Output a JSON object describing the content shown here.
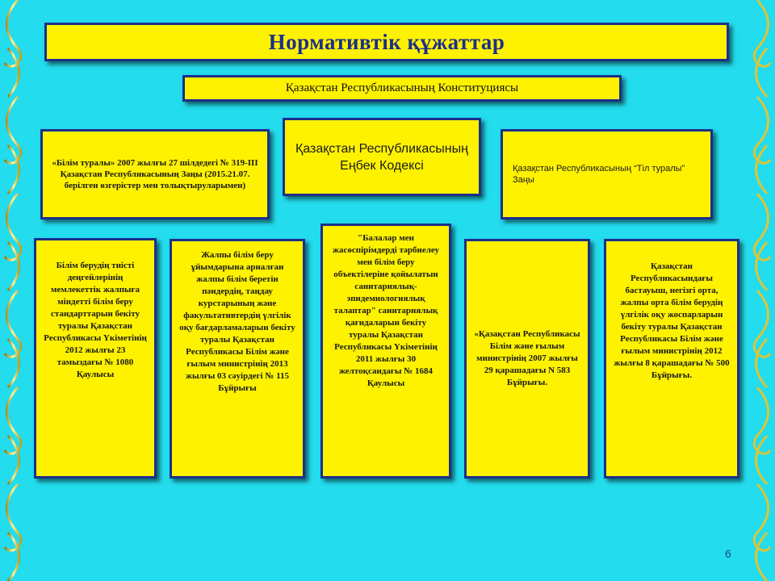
{
  "title": "Нормативтік құжаттар",
  "constitution": "Қазақстан Республикасының Конституциясы",
  "row1": {
    "education_law": "«Білім туралы» 2007 жылғы 27 шілдедегі № 319-ІІІ Қазақстан Республикасының Заңы (2015.21.07. берілген өзгерістер мен толықтыруларымен)",
    "labour_code": "Қазақстан Республикасының Еңбек Кодексі",
    "language_law": "Қазақстан Республикасының “Тіл туралы” Заңы"
  },
  "row2": [
    "Білім берудің тиісті деңгейлерінің мемлекеттік жалпыға міндетті білім беру стандарттарын бекіту туралы Қазақстан Республикасы Үкіметінің 2012 жылғы 23 тамыздағы № 1080 Қаулысы",
    "Жалпы білім беру ұйымдарына арналған жалпы білім беретін пәндердің, таңдау курстарының және факультативтердің үлгілік оқу бағдарламаларын бекіту туралы Қазақстан Республикасы Білім және ғылым министрінің 2013 жылғы 03 сәуірдегі № 115 Бұйрығы",
    "\"Балалар мен жасөспірімдерді тәрбиелеу мен білім беру объектілеріне қойылатын санитариялық-эпидемиологиялық талаптар\" санитариялық қағидаларын бекіту туралы Қазақстан Республикасы Үкіметінің 2011 жылғы 30 желтоқсандағы № 1684 Қаулысы",
    "«Қазақстан Республикасы Білім және ғылым министрінің 2007 жылғы 29 қарашадағы N 583 Бұйрығы.",
    "Қазақстан Республикасындағы бастауыш, негізгі орта, жалпы орта білім берудің үлгілік оқу жоспарларын бекіту туралы Қазақстан Республикасы Білім және ғылым министрінің 2012 жылғы 8 қарашадағы № 500 Бұйрығы."
  ],
  "page_number": "6",
  "colors": {
    "background": "#23dced",
    "box_fill": "#fff200",
    "box_border": "#1c2f8a",
    "title_text": "#1c2f8a"
  }
}
